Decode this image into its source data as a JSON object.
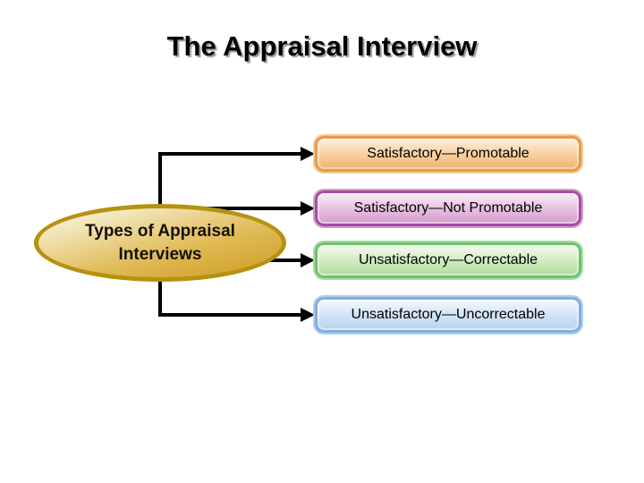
{
  "slide": {
    "title": "The Appraisal Interview",
    "background_color": "#ffffff",
    "title_color": "#000000",
    "title_shadow_color": "#9e9e9e"
  },
  "diagram": {
    "connector_color": "#000000",
    "root": {
      "shape": "ellipse",
      "label_line1": "Types of Appraisal",
      "label_line2": "Interviews",
      "border_color": "#B5920F",
      "fill_top": "#F6ECC9",
      "fill_bottom": "#CFA027",
      "text_color": "#141008"
    },
    "boxes": [
      {
        "label": "Satisfactory—Promotable",
        "border_color": "#E79A4B",
        "outer_highlight": "#F4C792",
        "fill_top": "#FCEBD4",
        "fill_mid": "#F7CF9B",
        "fill_bottom": "#F0B474"
      },
      {
        "label": "Satisfactory—Not Promotable",
        "border_color": "#A84BA3",
        "outer_highlight": "#D29BCB",
        "fill_top": "#F6E7F4",
        "fill_mid": "#E5BDDE",
        "fill_bottom": "#D69FCE"
      },
      {
        "label": "Unsatisfactory—Correctable",
        "border_color": "#6DC26D",
        "outer_highlight": "#A9DCA0",
        "fill_top": "#F0F8EB",
        "fill_mid": "#CFEABE",
        "fill_bottom": "#B2DE9E"
      },
      {
        "label": "Unsatisfactory—Uncorrectable",
        "border_color": "#7FAEE2",
        "outer_highlight": "#AECDF0",
        "fill_top": "#EFF5FC",
        "fill_mid": "#D0E2F6",
        "fill_bottom": "#BAD5F0"
      }
    ]
  }
}
